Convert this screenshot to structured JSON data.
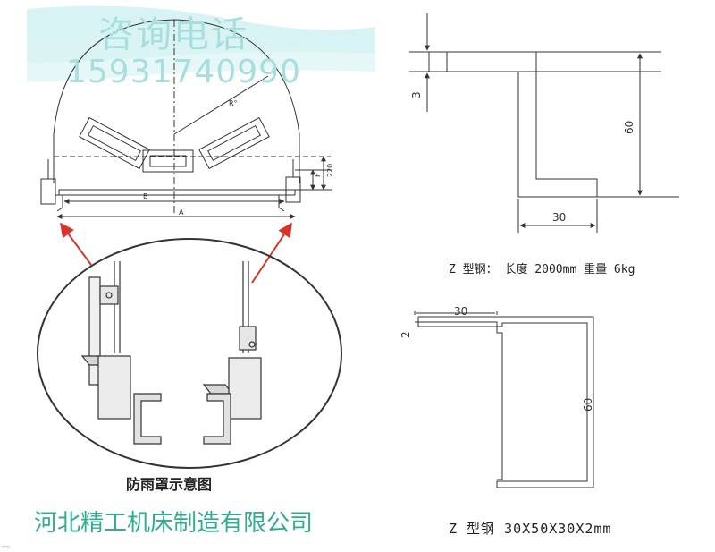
{
  "watermark": {
    "phone_label": "咨询电话",
    "phone_number": "15931740990",
    "company": "河北精工机床制造有限公司"
  },
  "conveyor_diagram": {
    "labels": {
      "radius": "R°",
      "width_b": "B",
      "width_a": "A",
      "height_220": "220",
      "f": "F"
    },
    "caption": "防雨罩示意图"
  },
  "z_steel_top": {
    "dims": {
      "thickness": "3",
      "height": "60",
      "flange": "30"
    },
    "caption": "Z 型钢： 长度 2000mm 重量 6kg"
  },
  "z_steel_bottom": {
    "dims": {
      "thickness": "2",
      "top_flange": "30",
      "height": "60"
    },
    "caption": "Z 型钢   30X50X30X2mm"
  },
  "corner_mark": "---",
  "colors": {
    "line": "#333333",
    "arrow_red": "#d9342b",
    "watermark_cyan": "#a9dede",
    "company_green": "#2fae8e",
    "wave_teal": "#c8eeee"
  }
}
